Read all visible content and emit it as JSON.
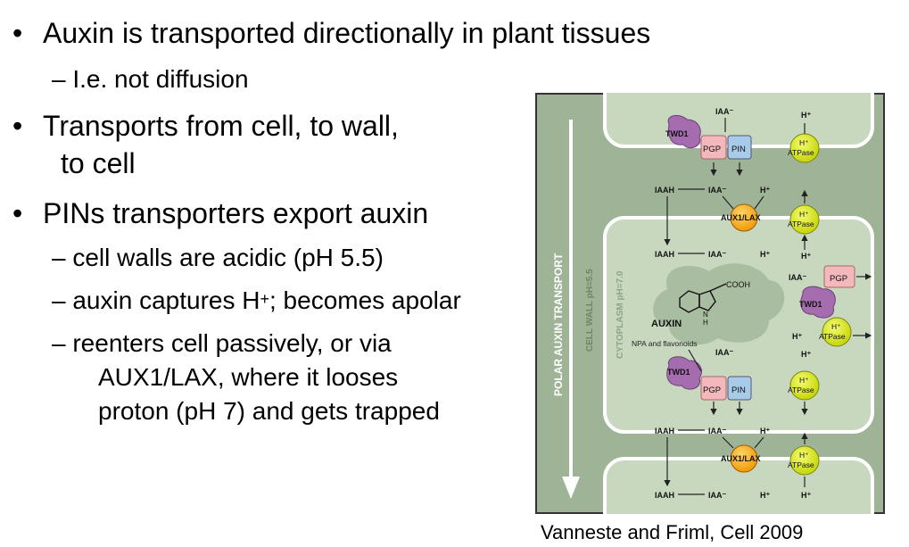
{
  "bullets": {
    "b1": "Auxin is transported directionally in plant tissues",
    "b1_sub1": "– I.e. not diffusion",
    "b2_line1": "Transports from cell, to wall,",
    "b2_line2": "to cell",
    "b3": "PINs transporters export auxin",
    "b3_sub1": "– cell walls are acidic (pH 5.5)",
    "b3_sub2_pre": "– auxin captures H",
    "b3_sub2_sup": "+",
    "b3_sub2_post": "; becomes apolar",
    "b3_sub3_line1": "– reenters cell passively, or via",
    "b3_sub3_line2": "AUX1/LAX, where it looses",
    "b3_sub3_line3": "proton (pH 7) and gets trapped"
  },
  "bullet_symbol": "•",
  "figure": {
    "side_label": "POLAR AUXIN TRANSPORT",
    "wall_label": "CELL WALL pH=5.5",
    "cytoplasm_label": "CYTOPLASM pH=7.0",
    "auxin_label": "AUXIN",
    "cooh_label": "COOH",
    "nh_label": "N",
    "nh_label2": "H",
    "npa_label": "NPA and flavonoids",
    "iaa_minus": "IAA⁻",
    "iaah": "IAAH",
    "h_plus": "H⁺",
    "twd1": "TWD1",
    "pgp": "PGP",
    "pin": "PIN",
    "aux1lax": "AUX1/LAX",
    "atpase_top": "H⁺",
    "atpase_bottom": "ATPase"
  },
  "caption": "Vanneste and Friml, Cell 2009",
  "colors": {
    "wall": "#9fb497",
    "cell": "#c8d8bf",
    "cell_border": "#ffffff",
    "cytoplasm_cloud": "#a9bea0",
    "pgp": "#f2b8bb",
    "pin": "#a9cbea",
    "twd1": "#a56db0",
    "aux1lax": "#f5a81c",
    "atpase": "#d8e61a"
  }
}
